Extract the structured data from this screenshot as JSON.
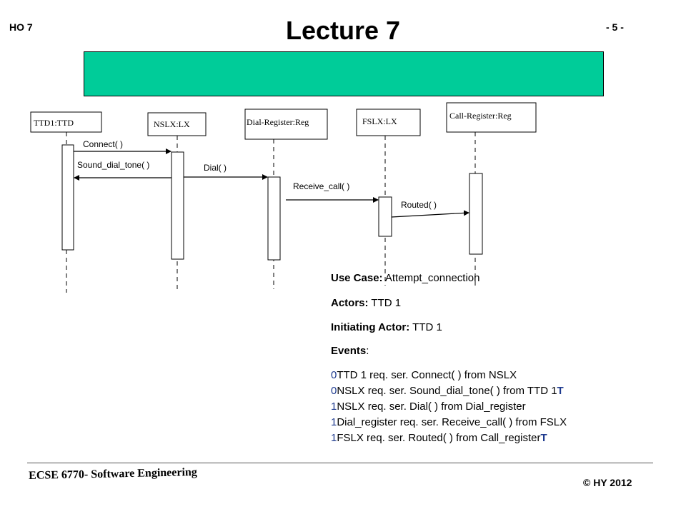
{
  "header": {
    "left": "HO  7",
    "title": "Lecture  7",
    "right": "- 5 -"
  },
  "banner": {
    "color": "#00cc99"
  },
  "objects": [
    "TTD1:TTD",
    "NSLX:LX",
    "Dial-Register:Reg",
    "FSLX:LX",
    "Call-Register:Reg"
  ],
  "messages": [
    "Connect( )",
    "Sound_dial_tone( )",
    "Dial( )",
    "Receive_call( )",
    "Routed( )"
  ],
  "use_case": {
    "use_case_label": "Use Case:",
    "use_case_value": " Attempt_connection",
    "actors_label": "Actors:",
    "actors_value": " TTD 1",
    "initiating_label": "Initiating Actor:",
    "initiating_value": " TTD 1",
    "events_label": "Events",
    "events_colon": ":",
    "events": [
      {
        "bullet": "0",
        "text": "TTD 1 req. ser. Connect( ) from NSLX",
        "tail": ""
      },
      {
        "bullet": "0",
        "text": "NSLX req. ser. Sound_dial_tone( ) from TTD 1",
        "tail": "T"
      },
      {
        "bullet": "1",
        "text": "NSLX req. ser. Dial( ) from Dial_register",
        "tail": ""
      },
      {
        "bullet": "1",
        "text": "Dial_register req. ser. Receive_call( ) from FSLX",
        "tail": ""
      },
      {
        "bullet": "1",
        "text": "FSLX  req. ser. Routed( ) from Call_register",
        "tail": "T"
      }
    ]
  },
  "footer": {
    "course": "ECSE 6770- Software Engineering",
    "copyright": "© HY  2012"
  }
}
